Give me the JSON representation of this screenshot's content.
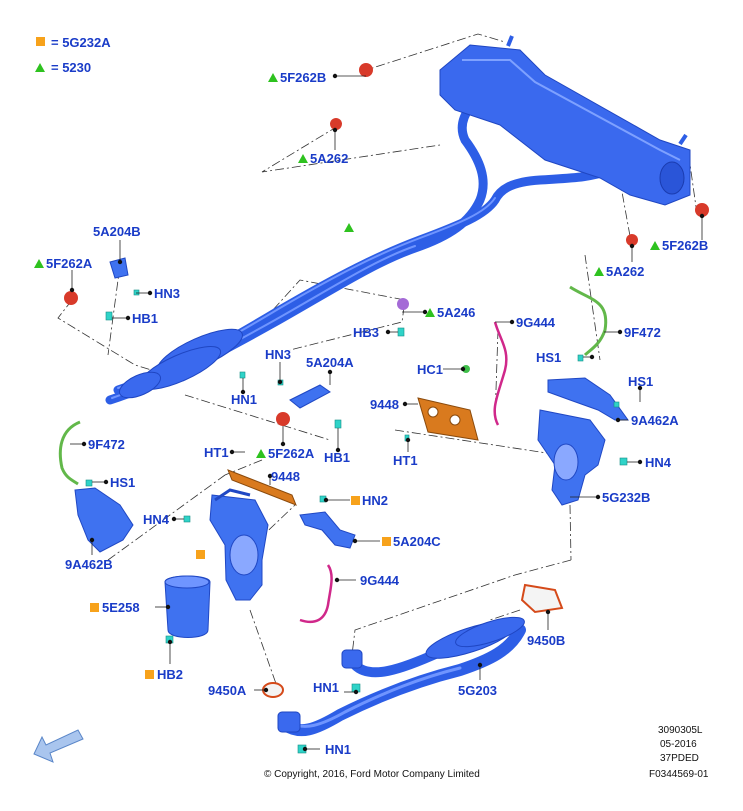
{
  "legend": {
    "marker1": "= 5G232A",
    "marker2": "= 5230",
    "square_color": "#f7a21b",
    "triangle_color": "#2ec21f"
  },
  "labels": {
    "l_5f262b_top": "5F262B",
    "l_5a262_top": "5A262",
    "l_5a262_right": "5A262",
    "l_5f262b_right": "5F262B",
    "l_5a204b": "5A204B",
    "l_5f262a_left": "5F262A",
    "l_hn3_left": "HN3",
    "l_hb1_left": "HB1",
    "l_5a246": "5A246",
    "l_hb3": "HB3",
    "l_9g444_top": "9G444",
    "l_9f472_right": "9F472",
    "l_hs1_right_a": "HS1",
    "l_hc1": "HC1",
    "l_hs1_right_b": "HS1",
    "l_9a462a": "9A462A",
    "l_9448_right": "9448",
    "l_hn3_mid": "HN3",
    "l_5a204a": "5A204A",
    "l_hn1_mid": "HN1",
    "l_ht1_right": "HT1",
    "l_hn4_right": "HN4",
    "l_5g232b": "5G232B",
    "l_5f262a_mid": "5F262A",
    "l_hb1_mid": "HB1",
    "l_9f472_left": "9F472",
    "l_ht1_left": "HT1",
    "l_9448_mid": "9448",
    "l_hs1_left": "HS1",
    "l_hn2": "HN2",
    "l_hn4_left": "HN4",
    "l_5a204c": "5A204C",
    "l_9a462b": "9A462B",
    "l_9g444_bottom": "9G444",
    "l_5e258": "5E258",
    "l_9450b": "9450B",
    "l_hb2": "HB2",
    "l_hn1_lower": "HN1",
    "l_5g203": "5G203",
    "l_9450a": "9450A",
    "l_hn1_bottom": "HN1"
  },
  "reference": {
    "code1": "3090305L",
    "date": "05-2016",
    "code2": "37PDED",
    "code3": "F0344569-01"
  },
  "copyright": "© Copyright, 2016, Ford Motor Company Limited",
  "icons": {
    "front_arrow": "front-direction-arrow-icon",
    "square_marker": "square-marker-icon",
    "triangle_marker": "triangle-marker-icon"
  }
}
